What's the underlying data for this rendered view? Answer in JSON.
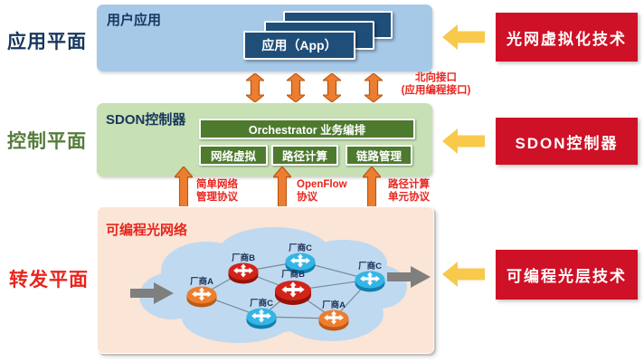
{
  "side_labels": {
    "application": "应用平面",
    "control": "控制平面",
    "forwarding": "转发平面"
  },
  "application_plane": {
    "label": "用户应用",
    "app_stack_front": "应用（App）"
  },
  "northbound": {
    "line1": "北向接口",
    "line2": "(应用编程接口)"
  },
  "control_plane": {
    "label": "SDON控制器",
    "orchestrator": "Orchestrator 业务编排",
    "modules": [
      "网络虚拟",
      "路径计算",
      "链路管理"
    ]
  },
  "protocols": [
    {
      "line1": "简单网络",
      "line2": "管理协议"
    },
    {
      "line1": "OpenFlow",
      "line2": "协议"
    },
    {
      "line1": "路径计算",
      "line2": "单元协议"
    }
  ],
  "forwarding_plane": {
    "label": "可编程光网络",
    "nodes": [
      {
        "label": "厂商A",
        "color": "#EE7D2E",
        "dark": "#BE5A14"
      },
      {
        "label": "厂商B",
        "color": "#D2241A",
        "dark": "#971207"
      },
      {
        "label": "厂商C",
        "color": "#35B5E5",
        "dark": "#1080AE"
      },
      {
        "label": "厂商B",
        "color": "#D2241A",
        "dark": "#971207"
      },
      {
        "label": "厂商C",
        "color": "#35B5E5",
        "dark": "#1080AE"
      },
      {
        "label": "厂商A",
        "color": "#EE7D2E",
        "dark": "#BE5A14"
      },
      {
        "label": "厂商C",
        "color": "#35B5E5",
        "dark": "#1080AE"
      }
    ]
  },
  "right_panel": {
    "items": [
      "光网虚拟化技术",
      "SDON控制器",
      "可编程光层技术"
    ]
  },
  "colors": {
    "red_box": "#CE1126",
    "yellow_arrow": "#F8C94B",
    "orange_arrow": "#ED7D31",
    "label_red": "#E8251D",
    "app_box": "#A6C9E8",
    "control_box": "#C7E0B4",
    "forwarding_box": "#FBE5D6",
    "cloud": "#BFD9F0"
  }
}
